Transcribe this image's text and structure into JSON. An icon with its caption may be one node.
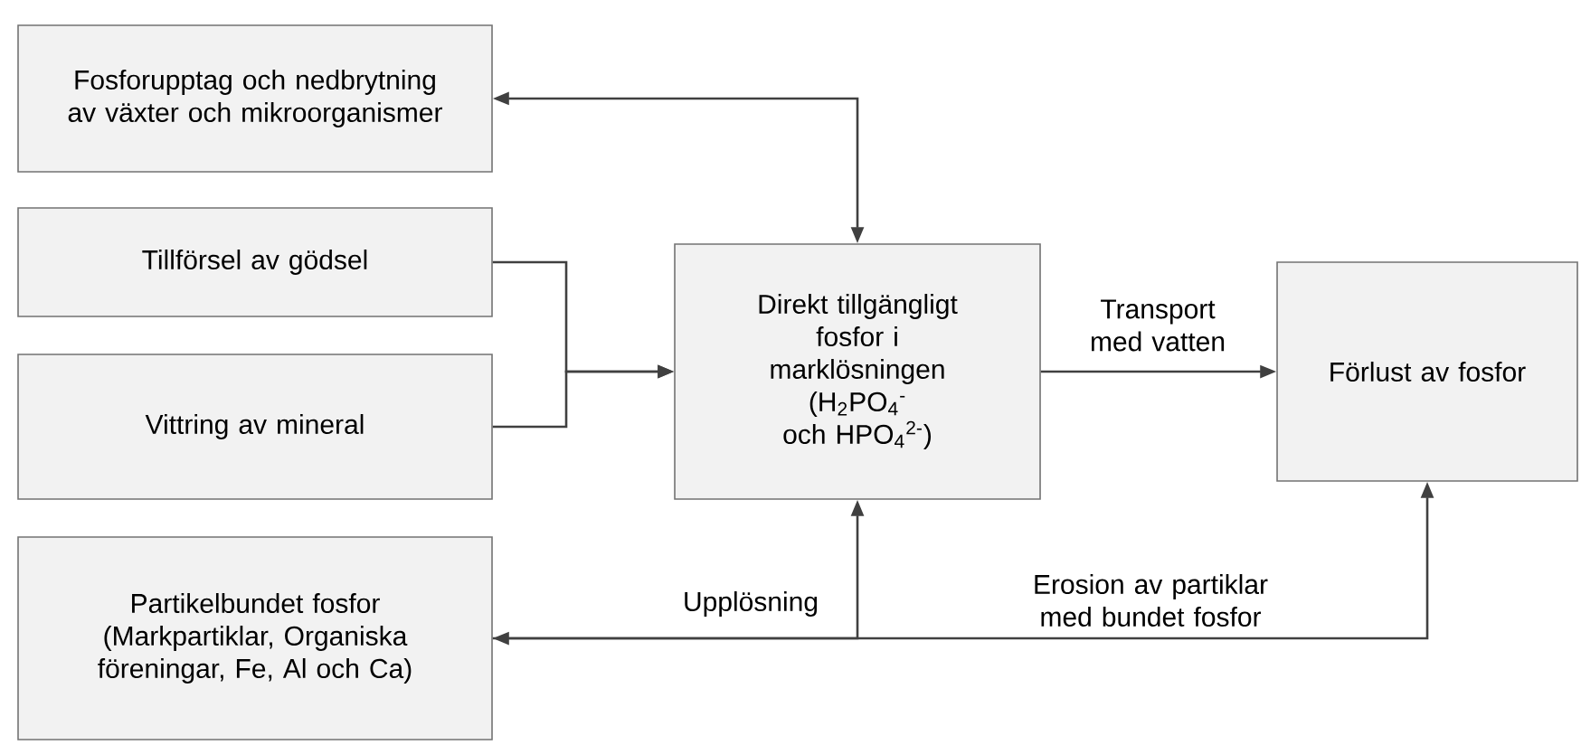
{
  "diagram": {
    "nodes": [
      {
        "text": [
          "Fosforupptag och nedbrytning av växter och mikroorganismer"
        ]
      },
      {
        "text": [
          "Tillförsel av gödsel"
        ]
      },
      {
        "text": [
          "Vittring av mineral"
        ]
      },
      {
        "text": [
          "Direkt tillgängligt fosfor i marklösningen (H$_{2}$PO$_{4}$$^{-}$ och HPO$_{4}$$^{2-}$)"
        ]
      },
      {
        "text": [
          "Förlust av fosfor"
        ]
      },
      {
        "text": [
          "Partikelbundet fosfor (Markpartiklar, Organiska föreningar, Fe, Al och Ca)"
        ]
      }
    ],
    "edges": [
      {
        "from": 0,
        "to": 3,
        "arrow": "both"
      },
      {
        "from": 1,
        "to": 3,
        "arrow": "to"
      },
      {
        "from": 2,
        "to": 3,
        "arrow": "to"
      },
      {
        "from": 3,
        "to": 4,
        "arrow": "to",
        "label": "Transport med vatten"
      },
      {
        "from": 5,
        "to": 3,
        "arrow": "both",
        "label": "Upplösning"
      },
      {
        "from": 5,
        "to": 4,
        "arrow": "to",
        "label": "Erosion av partiklar med bundet fosfor"
      }
    ]
  }
}
